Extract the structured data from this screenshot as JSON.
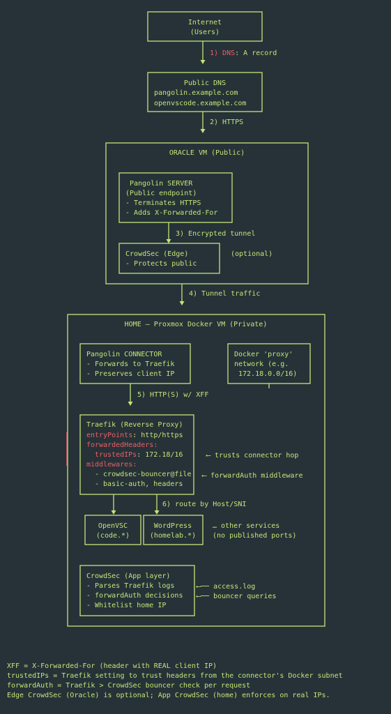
{
  "internet": {
    "line1": "Internet",
    "line2": "(Users)"
  },
  "edge_dns": {
    "num": "1) DNS",
    "rest": ": A record"
  },
  "public_dns": {
    "title": "Public DNS",
    "host1": "pangolin.example.com",
    "host2": "openvscode.example.com"
  },
  "edge_https": "2) HTTPS",
  "oracle_vm": {
    "title": "ORACLE VM (Public)"
  },
  "pangolin_server": {
    "l1": "Pangolin SERVER",
    "l2": "(Public endpoint)",
    "l3": "- Terminates HTTPS",
    "l4": "- Adds X-Forwarded-For"
  },
  "edge_tunnel": "3) Encrypted tunnel",
  "crowdsec_edge": {
    "l1": "CrowdSec (Edge)",
    "l2": "- Protects public",
    "optional": "(optional)"
  },
  "edge_tunnel_traffic": "4) Tunnel traffic",
  "home_vm": {
    "title": "HOME – Proxmox Docker VM (Private)"
  },
  "pangolin_connector": {
    "l1": "Pangolin CONNECTOR",
    "l2": "- Forwards to Traefik",
    "l3": "- Preserves client IP"
  },
  "docker_proxy": {
    "l1": "Docker 'proxy'",
    "l2": "network (e.g.",
    "l3": "172.18.0.0/16)"
  },
  "edge_xff": "5) HTTP(S) w/ XFF",
  "traefik": {
    "title": "Traefik (Reverse Proxy)",
    "entry_key": "entryPoints",
    "entry_val": ": http/https",
    "fwd_key": "forwardedHeaders:",
    "trusted_key": "trustedIPs",
    "trusted_val": ": 172.18/16",
    "mw_key": "middlewares:",
    "mw1": "- crowdsec-bouncer@file",
    "mw2": "- basic-auth, headers"
  },
  "note_trusts": "⟵ trusts connector hop",
  "note_forwardauth": "⟵ forwardAuth middleware",
  "edge_route": "6) route by Host/SNI",
  "openvsc": {
    "l1": "OpenVSC",
    "l2": "(code.*)"
  },
  "wordpress": {
    "l1": "WordPress",
    "l2": "(homelab.*)"
  },
  "other_services": {
    "l1": "… other services",
    "l2": "(no published ports)"
  },
  "crowdsec_app": {
    "l1": "CrowdSec (App layer)",
    "l2": "- Parses Traefik logs",
    "l3": "- forwardAuth decisions",
    "l4": "- Whitelist home IP"
  },
  "note_access_log": "⟵── access.log",
  "note_bouncer": "⟵── bouncer queries",
  "legend": [
    "XFF = X-Forwarded-For (header with REAL client IP)",
    "trustedIPs = Traefik setting to trust headers from the connector's Docker subnet",
    "forwardAuth = Traefik > CrowdSec bouncer check per request",
    "Edge CrowdSec (Oracle) is optional; App CrowdSec (home) enforces on real IPs."
  ],
  "colors": {
    "background": "#263238",
    "foreground": "#c5e478",
    "accent": "#ec5f67"
  }
}
